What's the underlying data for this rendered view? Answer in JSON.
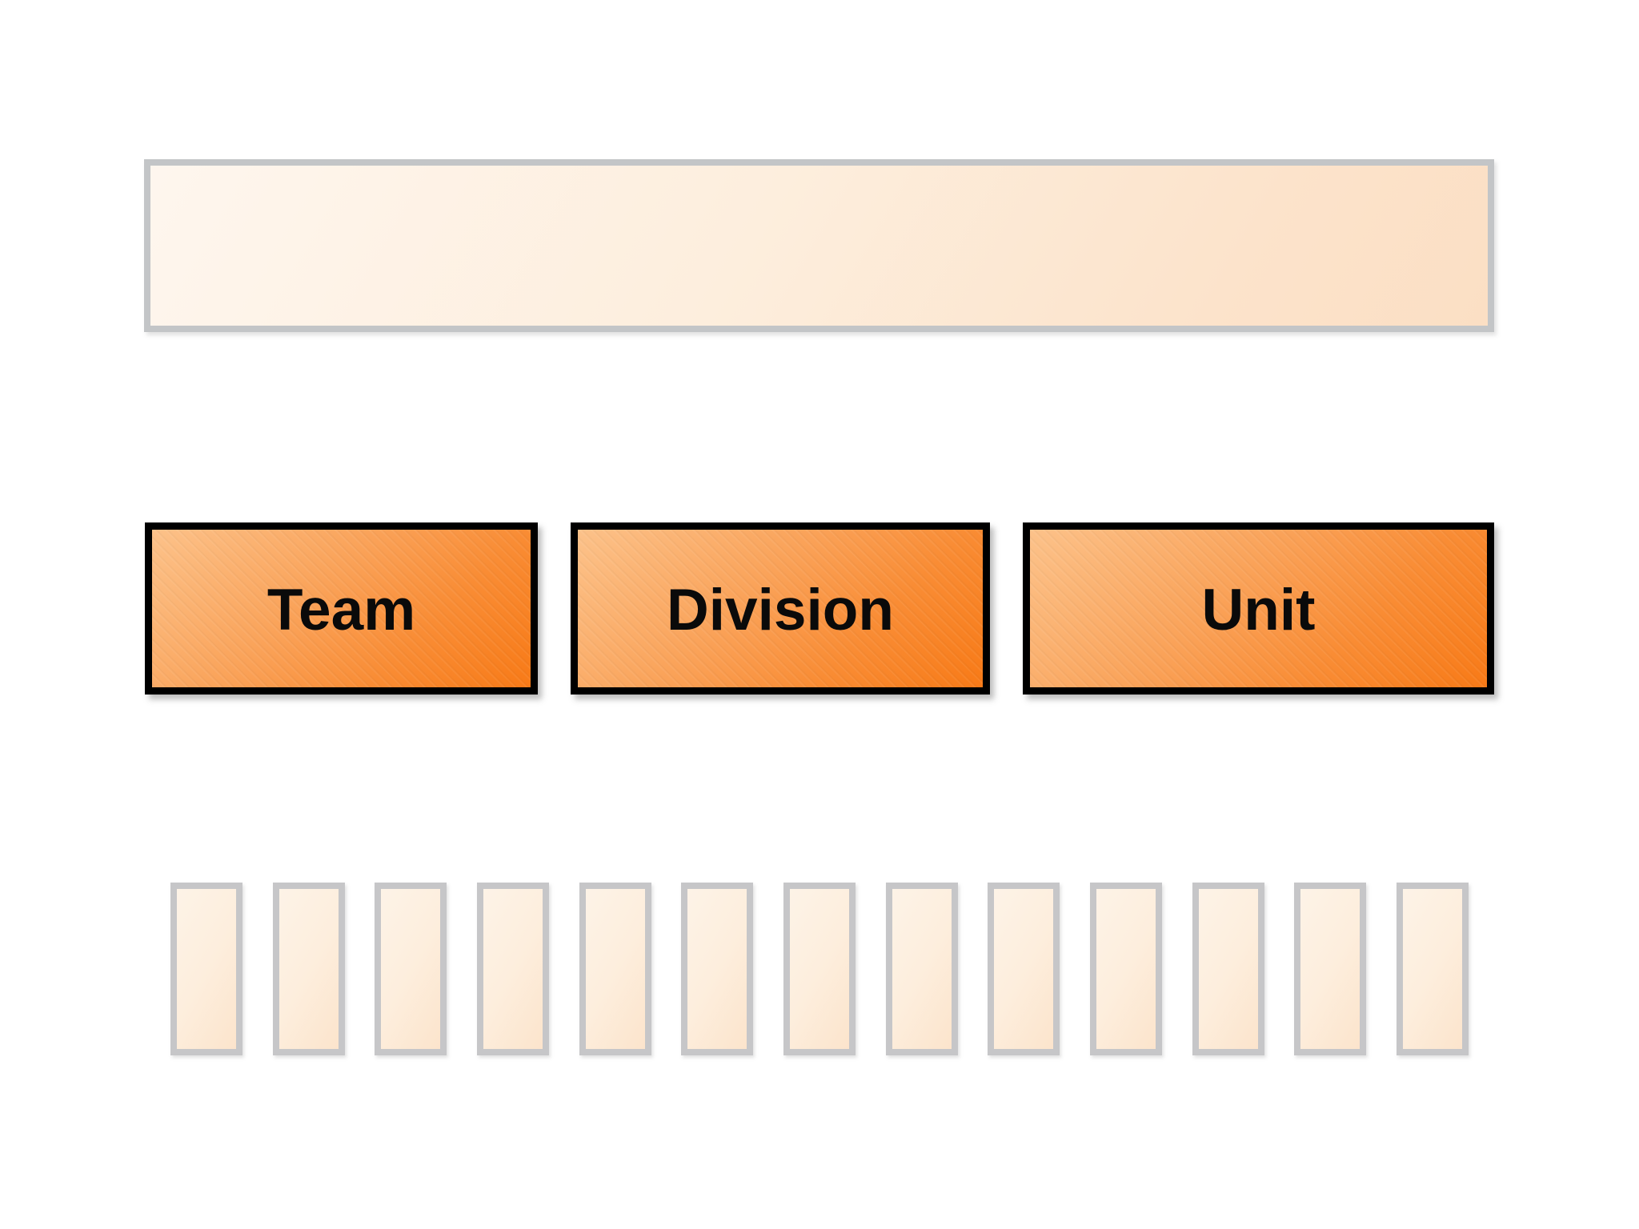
{
  "diagram": {
    "top_row": {
      "placeholder_count": 1,
      "label": ""
    },
    "middle_row": {
      "items": [
        {
          "label": "Team"
        },
        {
          "label": "Division"
        },
        {
          "label": "Unit"
        }
      ]
    },
    "bottom_row": {
      "placeholder_count": 13
    },
    "colors": {
      "accent_orange_dark": "#f87a17",
      "accent_orange_light": "#fcc28a",
      "box_border": "#000000",
      "label_text": "#0a0a0a",
      "faded_fill_light": "#fef6ee",
      "faded_fill_dark": "#fbdfc4",
      "faded_border": "#c3c5c7"
    }
  }
}
